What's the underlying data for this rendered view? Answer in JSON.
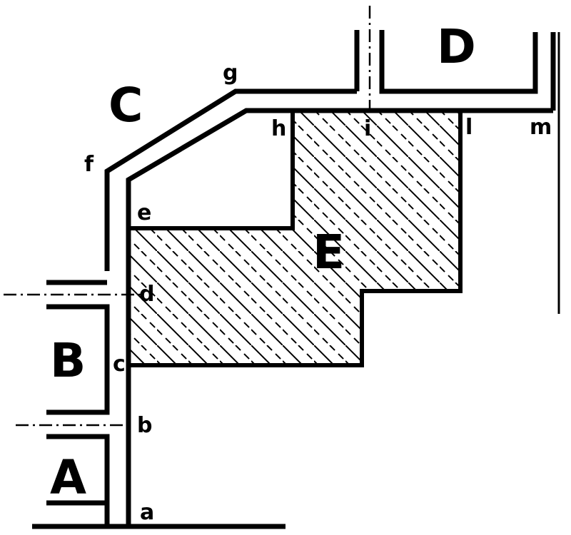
{
  "areas": {
    "A": "A",
    "B": "B",
    "C": "C",
    "D": "D",
    "E": "E"
  },
  "points": {
    "a": "a",
    "b": "b",
    "c": "c",
    "d": "d",
    "e": "e",
    "f": "f",
    "g": "g",
    "h": "h",
    "i": "i",
    "l": "l",
    "m": "m"
  },
  "colors": {
    "ink": "#000000",
    "paper": "#ffffff"
  }
}
